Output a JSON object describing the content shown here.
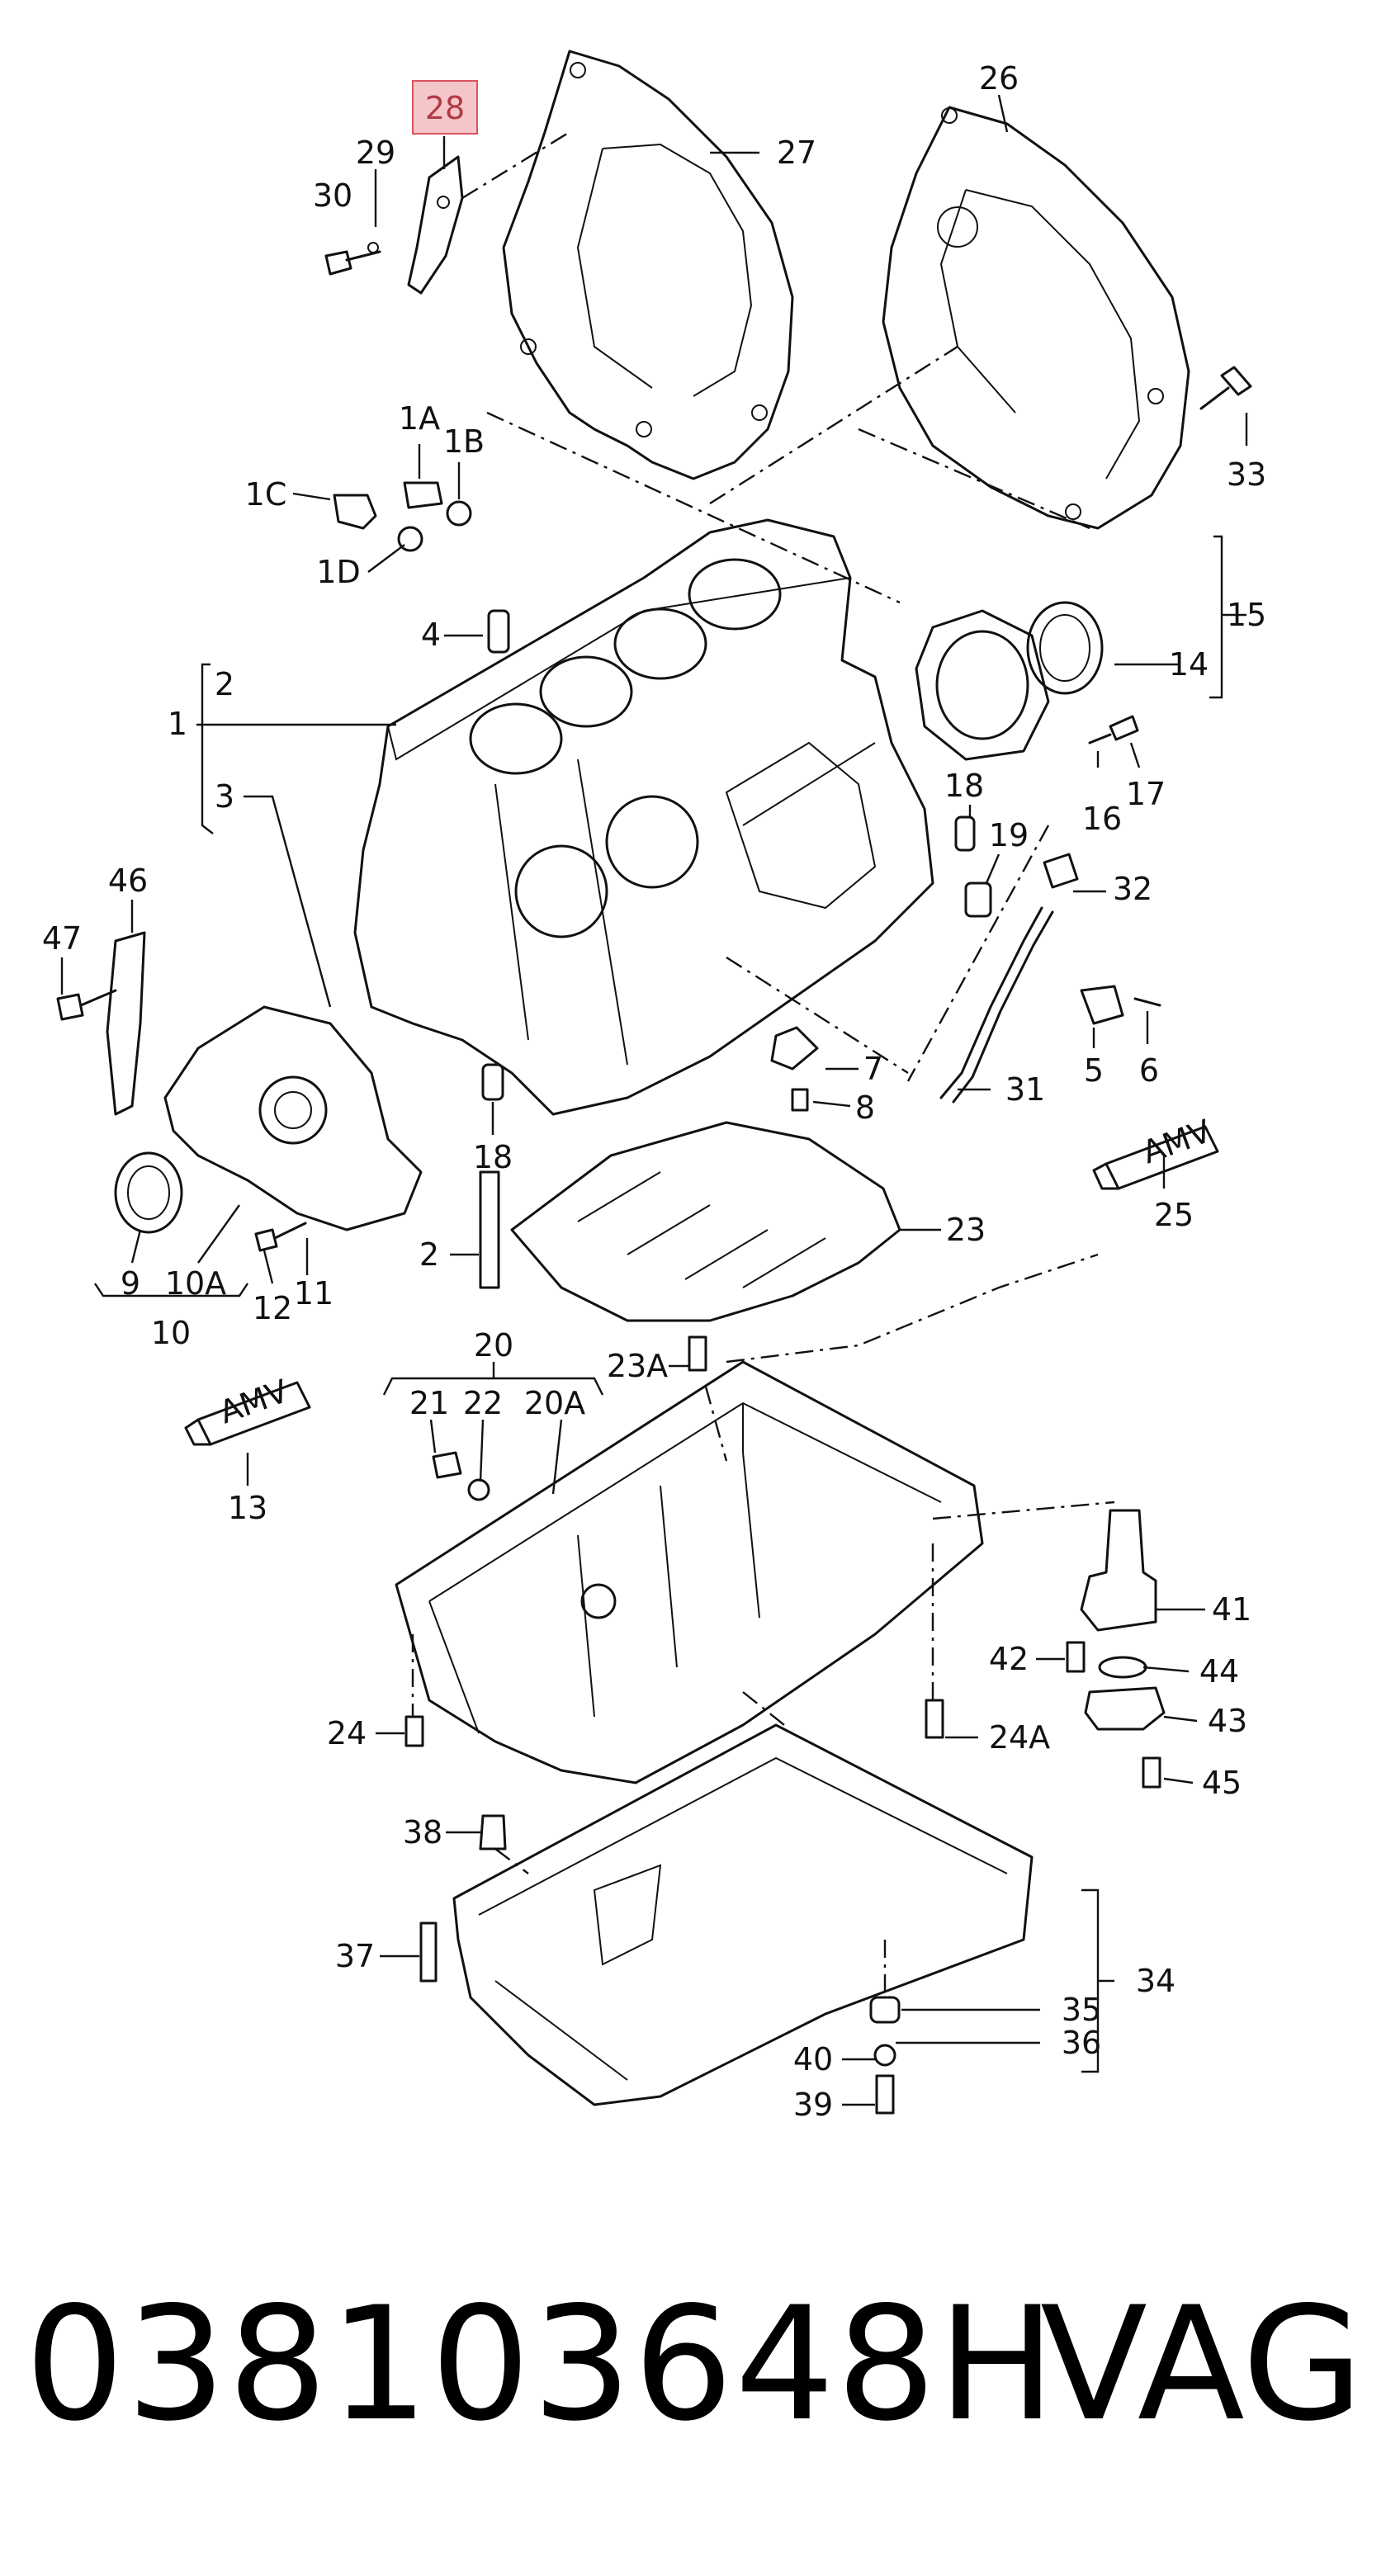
{
  "diagram": {
    "highlighted_callout": "28",
    "callouts": {
      "c26": "26",
      "c27": "27",
      "c28": "28",
      "c29": "29",
      "c30": "30",
      "c1A": "1A",
      "c1B": "1B",
      "c1C": "1C",
      "c1D": "1D",
      "c33": "33",
      "c4": "4",
      "c15": "15",
      "c14": "14",
      "c2top": "2",
      "c1": "1",
      "c3": "3",
      "c18a": "18",
      "c17": "17",
      "c16": "16",
      "c19": "19",
      "c32": "32",
      "c46": "46",
      "c47": "47",
      "c5": "5",
      "c6": "6",
      "c7": "7",
      "c8": "8",
      "c31": "31",
      "c18b": "18",
      "c25": "25",
      "c9": "9",
      "c10A": "10A",
      "c11": "11",
      "c12": "12",
      "c10": "10",
      "c2bot": "2",
      "c23": "23",
      "c23A": "23A",
      "c20": "20",
      "c21": "21",
      "c22": "22",
      "c20A": "20A",
      "c13": "13",
      "c41": "41",
      "c42": "42",
      "c44": "44",
      "c43": "43",
      "c24": "24",
      "c24A": "24A",
      "c45": "45",
      "c38": "38",
      "c37": "37",
      "c34": "34",
      "c35": "35",
      "c36": "36",
      "c40": "40",
      "c39": "39"
    },
    "tube_text": "AMV"
  },
  "footer": {
    "part_number": "038103648H",
    "brand": "VAG"
  },
  "colors": {
    "line": "#111111",
    "highlight_fill": "#f4c6c9",
    "highlight_stroke": "#d9535e",
    "highlight_text": "#b03a45"
  }
}
